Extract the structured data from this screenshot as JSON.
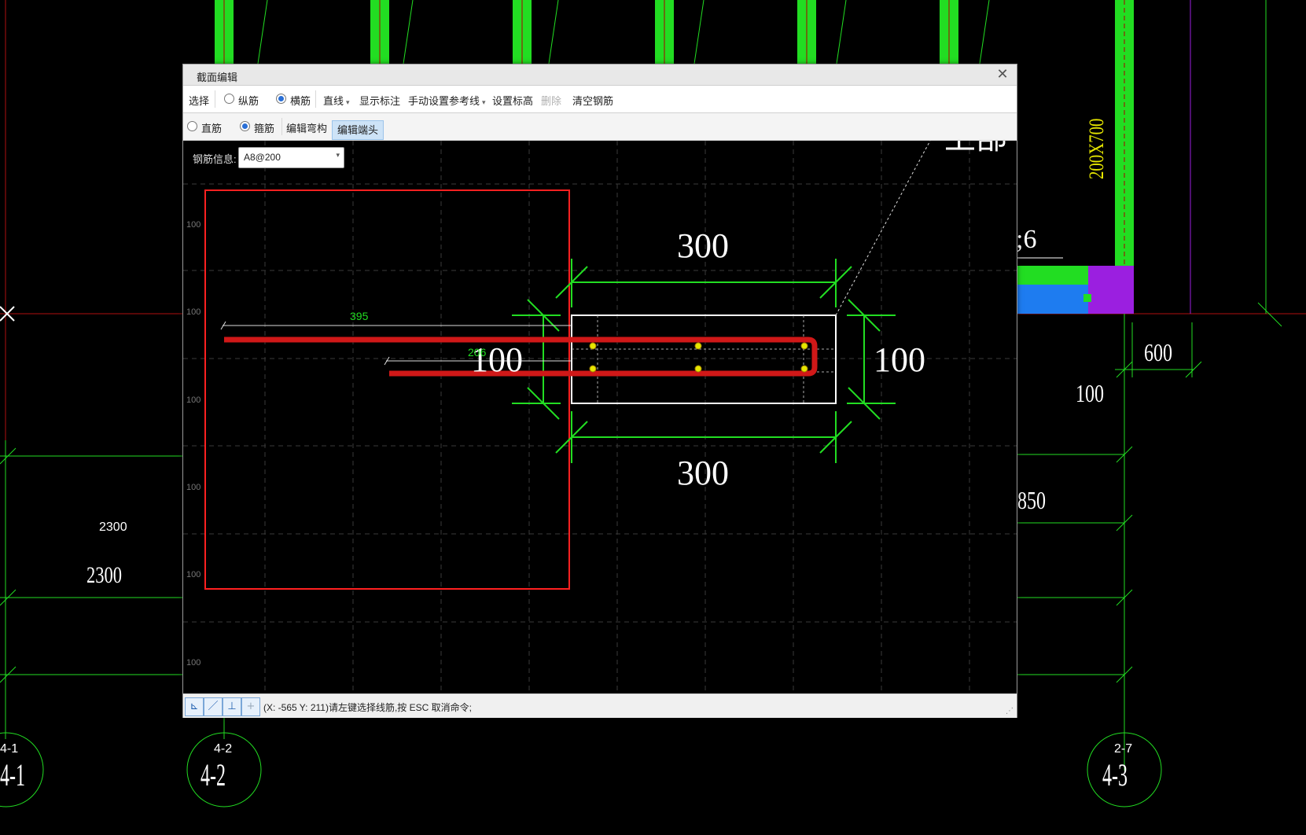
{
  "background": {
    "dims": [
      "2300",
      "2300",
      "600",
      "100",
      "850"
    ],
    "section_size": "200X700",
    "partial_text": ";6",
    "axes": [
      {
        "top": "4-1",
        "bottom": "4-1"
      },
      {
        "top": "4-2",
        "bottom": "4-2"
      },
      {
        "top": "2-7",
        "bottom": "4-3"
      }
    ],
    "colors": {
      "green": "#22dd22",
      "red": "#ff2020",
      "yellow": "#e6e600",
      "purple": "#9b1fe0",
      "blue": "#1e7cf0"
    }
  },
  "dialog": {
    "title": "截面编辑",
    "close_icon": "close-icon",
    "toolbar1": {
      "select": "选择",
      "radio_long": "纵筋",
      "radio_trans": "横筋",
      "line": "直线",
      "show_dims": "显示标注",
      "ref_lines": "手动设置参考线",
      "set_elev": "设置标高",
      "delete": "删除",
      "clear": "清空钢筋"
    },
    "toolbar2": {
      "radio_straight": "直筋",
      "radio_stirrup": "箍筋",
      "edit_hook": "编辑弯构",
      "edit_end": "编辑端头"
    },
    "rebar_info_label": "钢筋信息:",
    "rebar_info_value": "A8@200",
    "grid_labels": [
      "100",
      "100",
      "100",
      "100",
      "100",
      "100"
    ],
    "dims": {
      "top": "300",
      "bottom": "300",
      "left": "100",
      "right": "100",
      "len1": "395",
      "len2": "206"
    },
    "status": "(X: -565 Y: 211)请左键选择线筋,按 ESC 取消命令;"
  }
}
